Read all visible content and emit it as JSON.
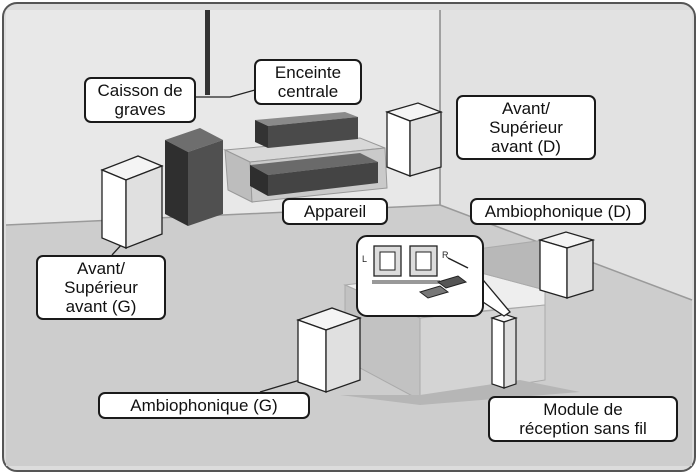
{
  "labels": {
    "subwoofer": "Caisson de\ngraves",
    "center": "Enceinte\ncentrale",
    "front_right": "Avant/\nSupérieur\navant  (D)",
    "device": "Appareil",
    "surround_right": "Ambiophonique (D)",
    "front_left": "Avant/\nSupérieur\navant  (G)",
    "surround_left": "Ambiophonique (G)",
    "wireless_module": "Module de\nréception sans fil"
  },
  "rear_panel": {
    "left_marker": "L",
    "right_marker": "R"
  },
  "colors": {
    "floor": "#cfcfcf",
    "wall": "#e6e6e6",
    "outline": "#1a1a1a",
    "speaker_light": "#ffffff",
    "speaker_dark": "#4a4a4a"
  }
}
